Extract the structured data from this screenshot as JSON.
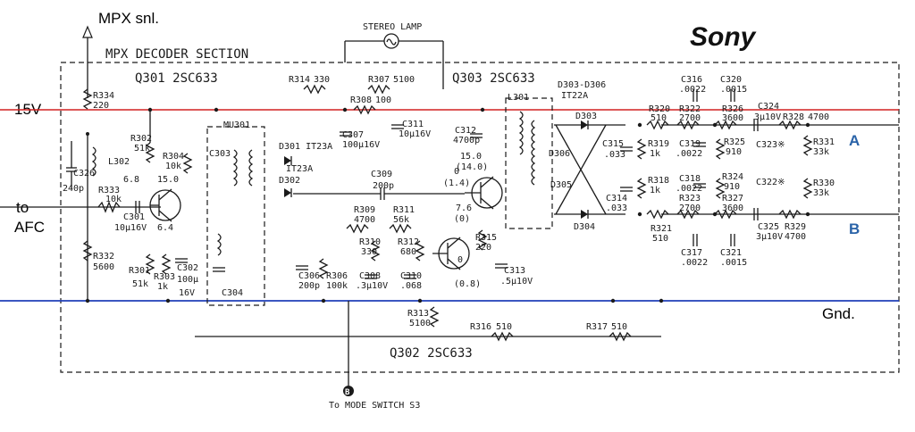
{
  "brand": "Sony",
  "section_title": "MPX DECODER SECTION",
  "stereo_lamp": "STEREO LAMP",
  "left_labels": {
    "mpx": "MPX snl.",
    "v15": "15V",
    "afc_to": "to",
    "afc": "AFC"
  },
  "right_labels": {
    "a": "A",
    "b": "B",
    "gnd": "Gnd."
  },
  "mode_switch": "To MODE SWITCH S3",
  "mode_marker": "B",
  "transistors": {
    "q301": "Q301 2SC633",
    "q302": "Q302 2SC633",
    "q303": "Q303 2SC633",
    "diodes": "D303-D306",
    "diodes_type": "IT22A",
    "d301": "D301 IT23A",
    "d302_type": "IT23A",
    "d302": "D302",
    "d303": "D303",
    "d304": "D304",
    "d305": "D305",
    "d306": "D306"
  },
  "parts": {
    "r334": "R334",
    "r334v": "220",
    "c326": "C326",
    "c326v": "240p",
    "l302": "L302",
    "r333": "R333",
    "r333v": "10k",
    "c301": "C301",
    "c301v": "10μ16V",
    "r332": "R332",
    "r332v": "5600",
    "r302": "R302",
    "r302v": "51k",
    "v68": "6.8",
    "r304": "R304",
    "r304v": "10k",
    "v150": "15.0",
    "v64": "6.4",
    "r301": "R301",
    "r301v": "51k",
    "r303": "R303",
    "r303v": "1k",
    "c302": "C302",
    "c302v1": "100μ",
    "c302v2": "16V",
    "mu301": "MU301",
    "c303": "C303",
    "c304": "C304",
    "r314": "R314",
    "r314v": "330",
    "r307": "R307",
    "r307v": "5100",
    "r308": "R308",
    "r308v": "100",
    "c307": "C307",
    "c307v": "100μ16V",
    "c311": "C311",
    "c311v": "10μ16V",
    "c309": "C309",
    "c309v": "200p",
    "r309": "R309",
    "r309v": "4700",
    "r311": "R311",
    "r311v": "56k",
    "r310": "R310",
    "r310v": "330",
    "r312": "R312",
    "r312v": "680",
    "c306": "C306",
    "c306v": "200p",
    "r306": "R306",
    "r306v": "100k",
    "c308": "C308",
    "c308v": ".3μ10V",
    "c310": "C310",
    "c310v": ".068",
    "r313": "R313",
    "r313v": "5100",
    "c312": "C312",
    "c312v": "4700p",
    "v150b": "15.0",
    "v140": "(14.0)",
    "v0a": "0",
    "v14": "(1.4)",
    "v76": "7.6",
    "v0b": "(0)",
    "r315": "R315",
    "r315v": "220",
    "v0c": "0",
    "v08": "(0.8)",
    "c313": "C313",
    "c313v": ".5μ10V",
    "r316": "R316",
    "r316v": "510",
    "r317": "R317",
    "r317v": "510",
    "l301": "L301",
    "c315": "C315",
    "c315v": ".033",
    "c314": "C314",
    "c314v": ".033",
    "r319": "R319",
    "r319v": "1k",
    "r318": "R318",
    "r318v": "1k",
    "r320": "R320",
    "r320v": "510",
    "r321": "R321",
    "r321v": "510",
    "c316": "C316",
    "c316v": ".0022",
    "r322": "R322",
    "r322v": "2700",
    "c319": "C319",
    "c319v": ".0022",
    "c318": "C318",
    "c318v": ".0022",
    "r323": "R323",
    "r323v": "2700",
    "c317": "C317",
    "c317v": ".0022",
    "c320": "C320",
    "c320v": ".0015",
    "r326": "R326",
    "r326v": "3600",
    "r325": "R325",
    "r325v": "910",
    "r324": "R324",
    "r324v": "910",
    "r327": "R327",
    "r327v": "3600",
    "c321": "C321",
    "c321v": ".0015",
    "c324": "C324",
    "c324v": "3μ10V",
    "r328": "R328",
    "r328v": "4700",
    "c323": "C323※",
    "c322": "C322※",
    "c325": "C325",
    "c325v": "3μ10V",
    "r329": "R329",
    "r329v": "4700",
    "r331": "R331",
    "r331v": "33k",
    "r330": "R330",
    "r330v": "33k"
  },
  "colors": {
    "supply_rail": "#d22020",
    "ground_rail": "#1f3fb8",
    "wire": "#1a1a1a"
  }
}
